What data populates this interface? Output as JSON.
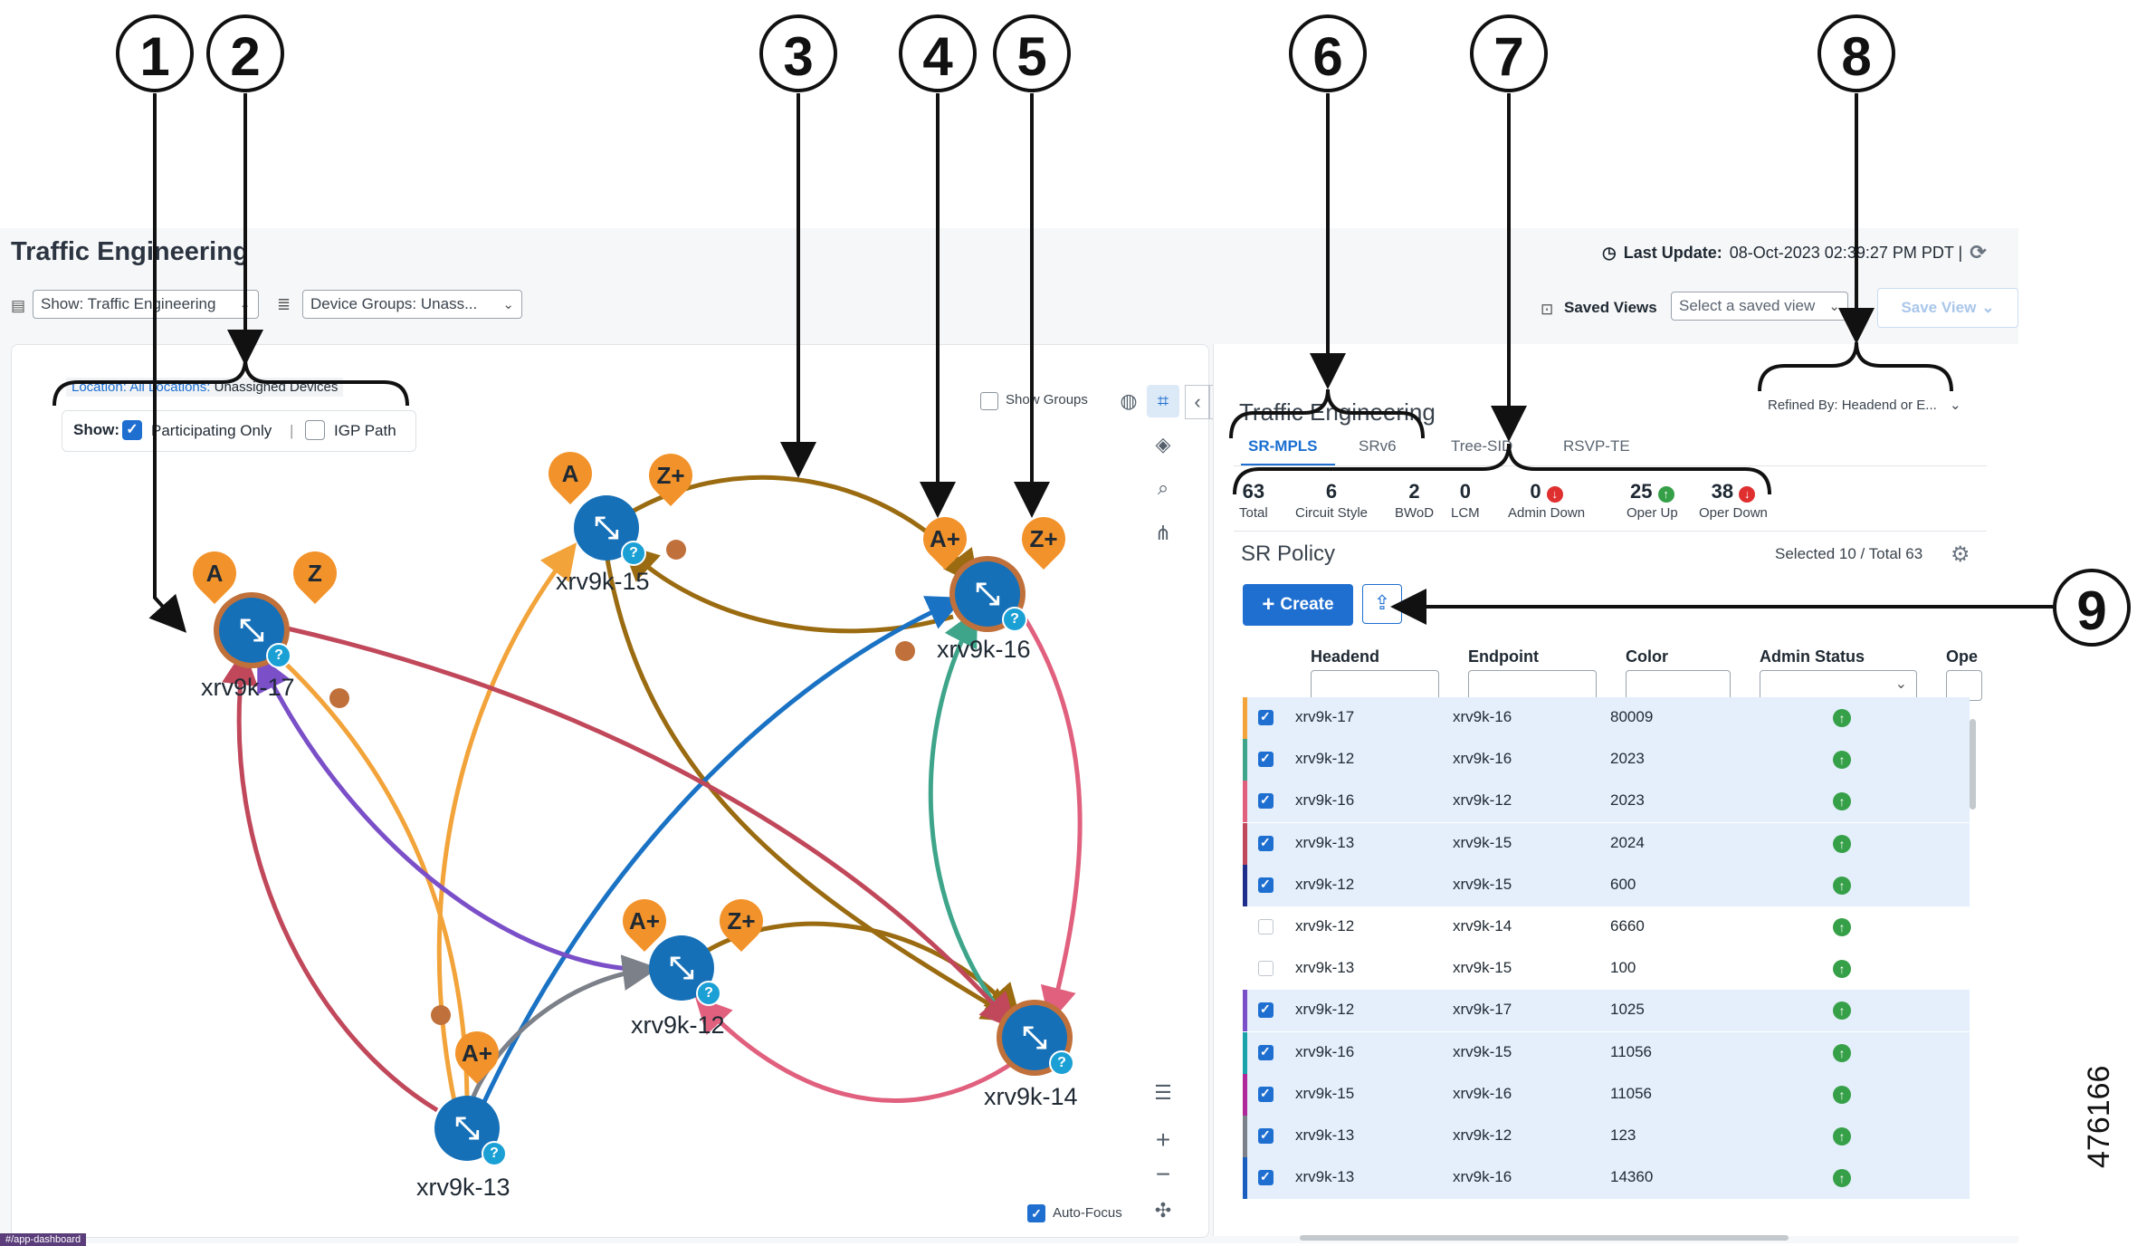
{
  "app": {
    "title": "Traffic Engineering",
    "last_update_label": "Last Update:",
    "last_update_value": "08-Oct-2023 02:39:27 PM PDT |",
    "show_select": "Show: Traffic Engineering",
    "device_groups_select": "Device Groups: Unass...",
    "saved_views_label": "Saved Views",
    "saved_view_placeholder": "Select a saved view",
    "save_view_button": "Save View"
  },
  "topology": {
    "location_prefix": "Location: All Locations:",
    "location_value": "Unassigned Devices",
    "show_label": "Show:",
    "participating_only": "Participating Only",
    "igp_path": "IGP Path",
    "show_groups": "Show Groups",
    "auto_focus": "Auto-Focus",
    "nodes": [
      "xrv9k-17",
      "xrv9k-15",
      "xrv9k-16",
      "xrv9k-12",
      "xrv9k-14",
      "xrv9k-13"
    ],
    "markers": {
      "a": "A",
      "z": "Z",
      "a_plus": "A+",
      "z_plus": "Z+"
    },
    "url_tag": "#/app-dashboard"
  },
  "panel": {
    "title": "Traffic Engineering",
    "refined_by": "Refined By: Headend or E...",
    "tabs": [
      "SR-MPLS",
      "SRv6",
      "Tree-SID",
      "RSVP-TE"
    ],
    "stats": [
      {
        "value": "63",
        "label": "Total"
      },
      {
        "value": "6",
        "label": "Circuit Style"
      },
      {
        "value": "2",
        "label": "BWoD"
      },
      {
        "value": "0",
        "label": "LCM"
      },
      {
        "value": "0",
        "label": "Admin Down"
      },
      {
        "value": "25",
        "label": "Oper Up"
      },
      {
        "value": "38",
        "label": "Oper Down"
      }
    ],
    "section_title": "SR Policy",
    "selected_summary": "Selected 10 / Total 63",
    "create_button": "Create",
    "columns": [
      "Headend",
      "Endpoint",
      "Color",
      "Admin Status",
      "Ope"
    ],
    "rows": [
      {
        "headend": "xrv9k-17",
        "endpoint": "xrv9k-16",
        "color": "80009",
        "selected": true,
        "bar": "#f2a33a"
      },
      {
        "headend": "xrv9k-12",
        "endpoint": "xrv9k-16",
        "color": "2023",
        "selected": true,
        "bar": "#3ea58a"
      },
      {
        "headend": "xrv9k-16",
        "endpoint": "xrv9k-12",
        "color": "2023",
        "selected": true,
        "bar": "#e0607e"
      },
      {
        "headend": "xrv9k-13",
        "endpoint": "xrv9k-15",
        "color": "2024",
        "selected": true,
        "bar": "#c0485a"
      },
      {
        "headend": "xrv9k-12",
        "endpoint": "xrv9k-15",
        "color": "600",
        "selected": true,
        "bar": "#1f2e8a"
      },
      {
        "headend": "xrv9k-12",
        "endpoint": "xrv9k-14",
        "color": "6660",
        "selected": false,
        "bar": ""
      },
      {
        "headend": "xrv9k-13",
        "endpoint": "xrv9k-15",
        "color": "100",
        "selected": false,
        "bar": ""
      },
      {
        "headend": "xrv9k-12",
        "endpoint": "xrv9k-17",
        "color": "1025",
        "selected": true,
        "bar": "#7a4fc8"
      },
      {
        "headend": "xrv9k-16",
        "endpoint": "xrv9k-15",
        "color": "11056",
        "selected": true,
        "bar": "#1aa3a8"
      },
      {
        "headend": "xrv9k-15",
        "endpoint": "xrv9k-16",
        "color": "11056",
        "selected": true,
        "bar": "#b0279a"
      },
      {
        "headend": "xrv9k-13",
        "endpoint": "xrv9k-12",
        "color": "123",
        "selected": true,
        "bar": "#7c8088"
      },
      {
        "headend": "xrv9k-13",
        "endpoint": "xrv9k-16",
        "color": "14360",
        "selected": true,
        "bar": "#1a5fc0"
      }
    ]
  },
  "callouts": [
    "1",
    "2",
    "3",
    "4",
    "5",
    "6",
    "7",
    "8",
    "9"
  ],
  "figure_id": "476166",
  "colors": {
    "accent": "#1f6fd1",
    "node_blue": "#1570b8",
    "marker_orange": "#f2922a",
    "status_up": "#36a048",
    "status_down": "#e02f2f"
  }
}
